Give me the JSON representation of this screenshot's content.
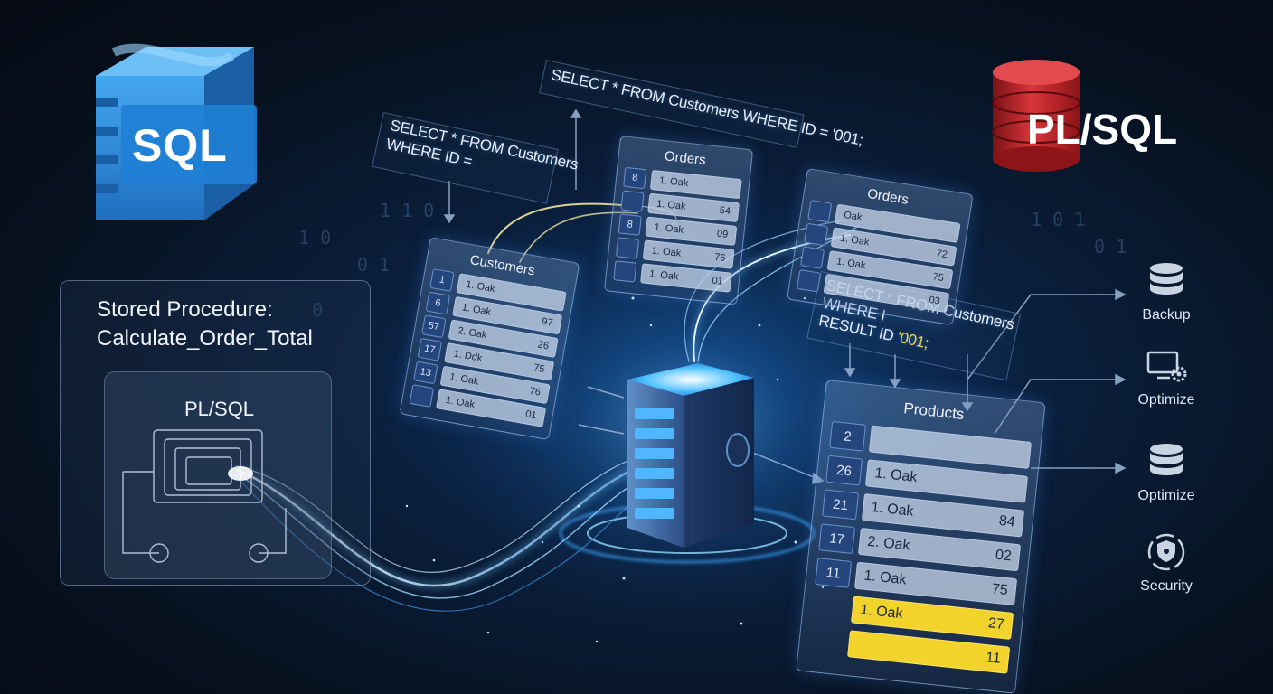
{
  "logos": {
    "sql": "SQL",
    "plsql": "PL/SQL"
  },
  "code_snippets": {
    "left": [
      "SELECT * FROM Customers",
      "WHERE ID ="
    ],
    "top": [
      "SELECT * FROM Customers WHERE ID = '001;"
    ],
    "right": {
      "line1": "SELECT * FROM Customers",
      "line2": "WHERE I",
      "line3_prefix": "RESULT ID",
      "line3_value": "'001;"
    }
  },
  "stored_procedure": {
    "title_line1": "Stored Procedure:",
    "title_line2": "Calculate_Order_Total",
    "language": "PL/SQL"
  },
  "tables": {
    "customers": {
      "title": "Customers",
      "rows": [
        {
          "key": "1",
          "name": "1. Oak",
          "value": ""
        },
        {
          "key": "6",
          "name": "1. Oak",
          "value": "97"
        },
        {
          "key": "57",
          "name": "2. Oak",
          "value": "26"
        },
        {
          "key": "17",
          "name": "1. Ddk",
          "value": "75"
        },
        {
          "key": "13",
          "name": "1. Oak",
          "value": "76"
        },
        {
          "key": "",
          "name": "1. Oak",
          "value": "01"
        }
      ]
    },
    "orders_top": {
      "title": "Orders",
      "rows": [
        {
          "key": "8",
          "name": "1. Oak",
          "value": ""
        },
        {
          "key": "",
          "name": "1. Oak",
          "value": "54"
        },
        {
          "key": "8",
          "name": "1. Oak",
          "value": "09"
        },
        {
          "key": "",
          "name": "1. Oak",
          "value": "76"
        },
        {
          "key": "",
          "name": "1. Oak",
          "value": "01"
        }
      ]
    },
    "orders_right": {
      "title": "Orders",
      "rows": [
        {
          "key": "",
          "name": "Oak",
          "value": ""
        },
        {
          "key": "",
          "name": "1. Oak",
          "value": "72"
        },
        {
          "key": "",
          "name": "1. Oak",
          "value": "75"
        },
        {
          "key": "",
          "name": "",
          "value": "03"
        }
      ]
    },
    "products": {
      "title": "Products",
      "rows": [
        {
          "key": "2",
          "name": "",
          "value": "",
          "highlight": false
        },
        {
          "key": "26",
          "name": "1. Oak",
          "value": "",
          "highlight": false
        },
        {
          "key": "21",
          "name": "1. Oak",
          "value": "84",
          "highlight": false
        },
        {
          "key": "17",
          "name": "2. Oak",
          "value": "02",
          "highlight": false
        },
        {
          "key": "11",
          "name": "1. Oak",
          "value": "75",
          "highlight": false
        },
        {
          "key": "",
          "name": "1. Oak",
          "value": "27",
          "highlight": true
        },
        {
          "key": "",
          "name": "",
          "value": "11",
          "highlight": true
        }
      ]
    }
  },
  "side_actions": [
    {
      "label": "Backup",
      "icon": "database-icon"
    },
    {
      "label": "Optimize",
      "icon": "monitor-gear-icon"
    },
    {
      "label": "Optimize",
      "icon": "database-icon"
    },
    {
      "label": "Security",
      "icon": "security-shield-icon"
    }
  ],
  "colors": {
    "background": "#07111f",
    "glow": "#3aa8ff",
    "sql_logo": "#2f8fdc",
    "plsql_logo": "#c8262a",
    "highlight": "#f1d32b"
  }
}
